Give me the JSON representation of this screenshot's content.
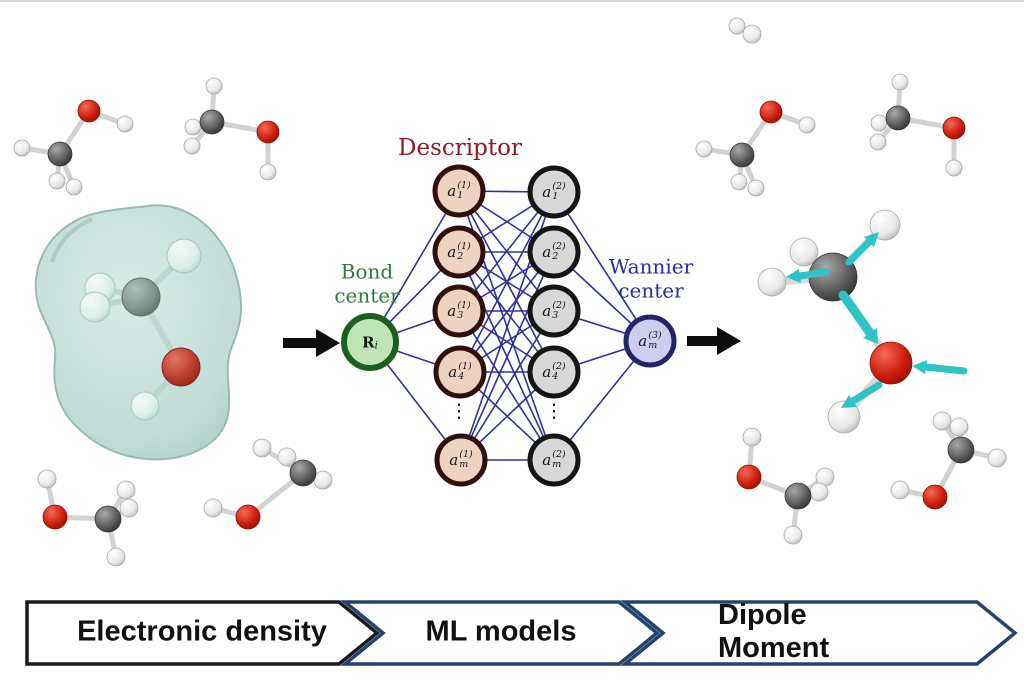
{
  "network": {
    "descriptor_label": "Descriptor",
    "bond_center_label": {
      "line1": "Bond",
      "line2": "center"
    },
    "wannier_center_label": {
      "line1": "Wannier",
      "line2": "center"
    },
    "input_node": {
      "base": "R",
      "sub": "i"
    },
    "hidden_layer_1": [
      {
        "base": "a",
        "sub": "1",
        "sup": "(1)"
      },
      {
        "base": "a",
        "sub": "2",
        "sup": "(1)"
      },
      {
        "base": "a",
        "sub": "3",
        "sup": "(1)"
      },
      {
        "base": "a",
        "sub": "4",
        "sup": "(1)"
      },
      {
        "base": "a",
        "sub": "m",
        "sup": "(1)"
      }
    ],
    "hidden_layer_2": [
      {
        "base": "a",
        "sub": "1",
        "sup": "(2)"
      },
      {
        "base": "a",
        "sub": "2",
        "sup": "(2)"
      },
      {
        "base": "a",
        "sub": "3",
        "sup": "(2)"
      },
      {
        "base": "a",
        "sub": "4",
        "sup": "(2)"
      },
      {
        "base": "a",
        "sub": "m",
        "sup": "(2)"
      }
    ],
    "output_node": {
      "base": "a",
      "sub": "m",
      "sup": "(3)"
    },
    "ellipsis": "⋮"
  },
  "pipeline_banner": {
    "steps": [
      {
        "label": "Electronic density"
      },
      {
        "label": "ML models"
      },
      {
        "label": "Dipole Moment"
      }
    ]
  },
  "legend_colors": {
    "descriptor_text": "#8e1c22",
    "bond_center_text": "#2e7b35",
    "wannier_center_text": "#2d2d90",
    "network_link": "#31319a",
    "hidden_layer_1_fill": "#ecd3c2",
    "hidden_layer_1_border": "#30100a",
    "hidden_layer_2_fill": "#d8d8d8",
    "hidden_layer_2_border": "#151515",
    "input_node_fill": "#bfe5b6",
    "input_node_border": "#1d5f21",
    "output_node_fill": "#cdcdee",
    "output_node_border": "#23236a",
    "dipole_arrow": "#2fc4c4",
    "electron_density_surface": "#c3dcd7",
    "banner_border_step1": "#1a1a1a",
    "banner_border_steps23": "#24426e",
    "oxygen_atom": "#c41909",
    "carbon_atom": "#555555",
    "hydrogen_atom": "#f2f2f2"
  }
}
